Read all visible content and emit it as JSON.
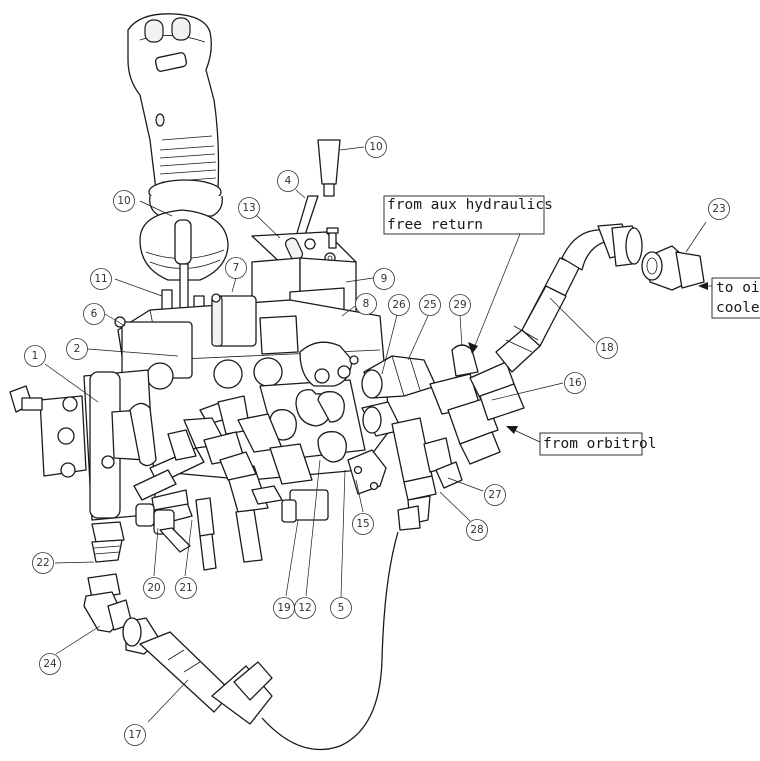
{
  "notes": {
    "aux_return_line1": "from aux hydraulics",
    "aux_return_line2": "free return",
    "to_oil_cooler_line1": "to oil",
    "to_oil_cooler_line2": "cooler",
    "from_orbitrol": "from orbitrol"
  },
  "balloons": {
    "b1": "1",
    "b2": "2",
    "b4": "4",
    "b5": "5",
    "b6": "6",
    "b7": "7",
    "b8": "8",
    "b9": "9",
    "b10a": "10",
    "b10b": "10",
    "b11": "11",
    "b12": "12",
    "b13": "13",
    "b15": "15",
    "b16": "16",
    "b17": "17",
    "b18": "18",
    "b19": "19",
    "b20": "20",
    "b21": "21",
    "b22": "22",
    "b23": "23",
    "b24": "24",
    "b25": "25",
    "b26": "26",
    "b27": "27",
    "b28": "28",
    "b29": "29"
  }
}
